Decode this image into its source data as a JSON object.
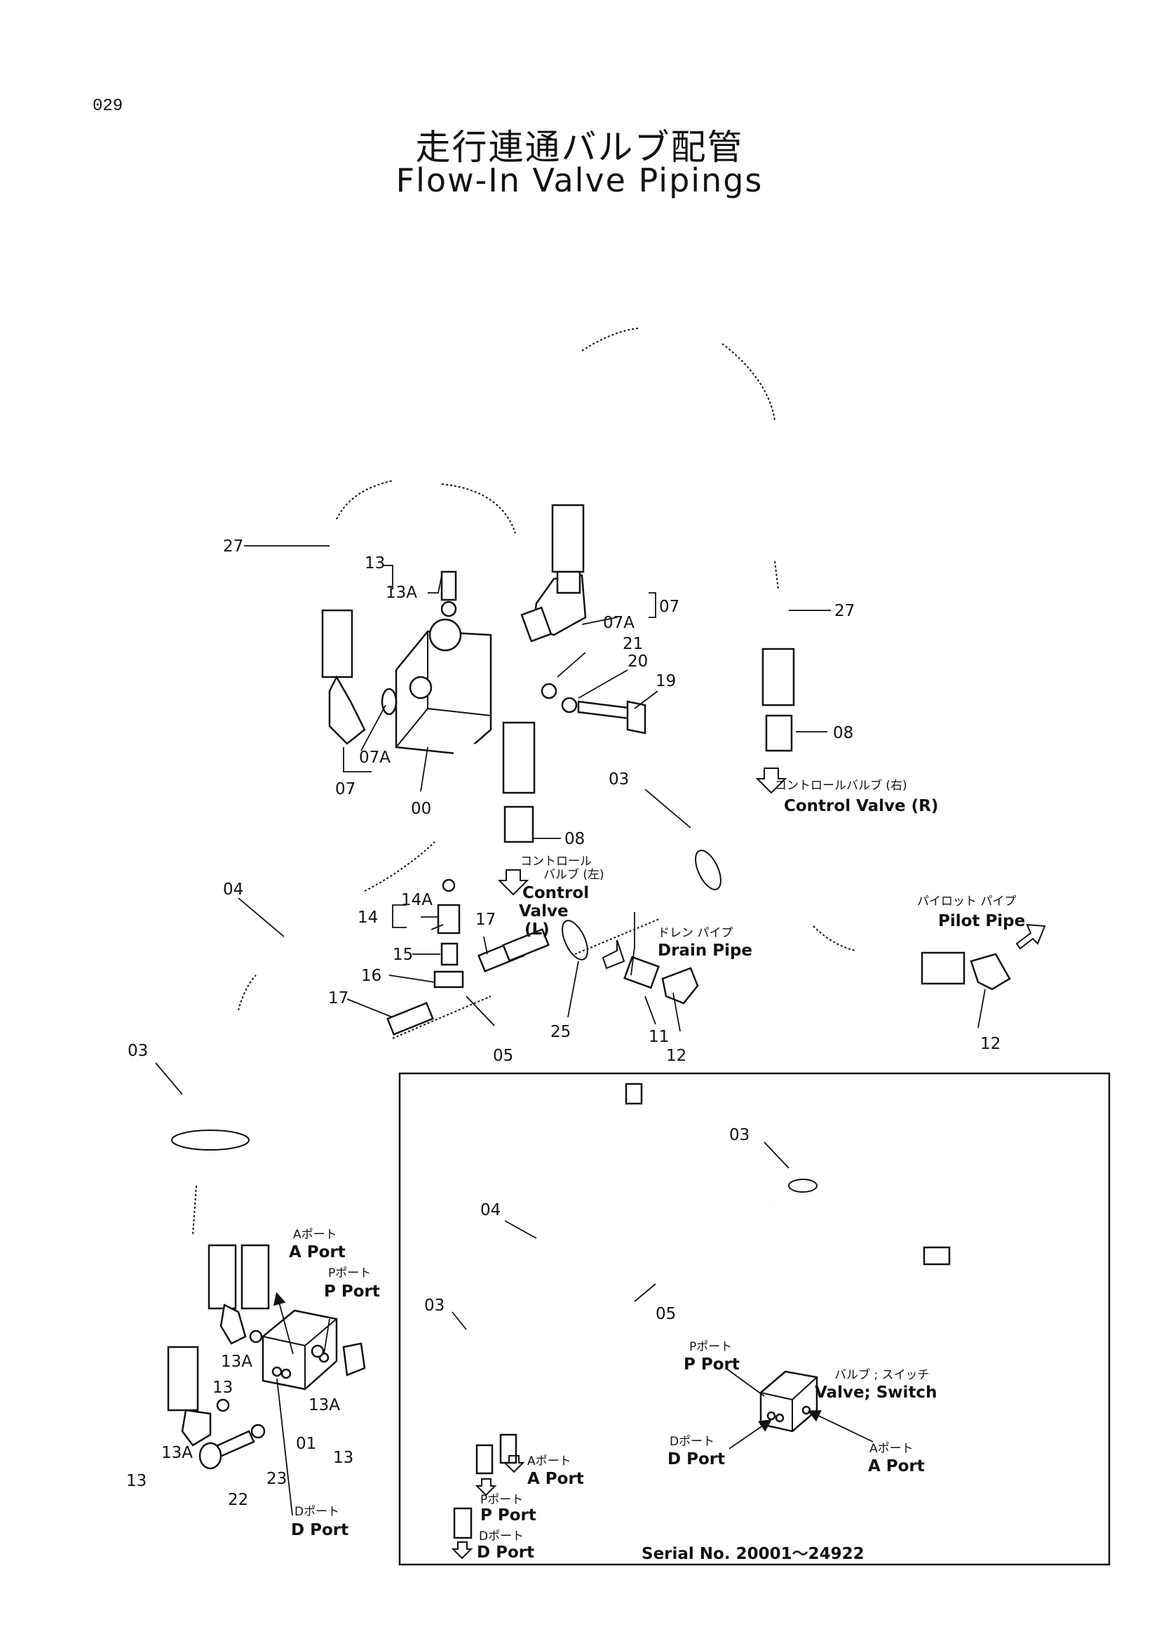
{
  "page_number": "029",
  "title_jp": "走行連通バルブ配管",
  "title_en": "Flow-In Valve Pipings",
  "callouts": {
    "c27a": "27",
    "c27b": "27",
    "c13a": "13",
    "c13Aa": "13A",
    "c07a": "07",
    "c07Aa": "07A",
    "c07b": "07",
    "c07Ab": "07A",
    "c21": "21",
    "c20": "20",
    "c19": "19",
    "c08a": "08",
    "c08b": "08",
    "c00": "00",
    "c03a": "03",
    "c03b": "03",
    "c04": "04",
    "c14": "14",
    "c14A": "14A",
    "c15": "15",
    "c16": "16",
    "c17a": "17",
    "c17b": "17",
    "c05": "05",
    "c25": "25",
    "c11": "11",
    "c12a": "12",
    "c12b": "12",
    "c13b": "13",
    "c13Ab": "13A",
    "c13c": "13",
    "c13Ac": "13A",
    "c13d": "13",
    "c13Ad": "13A",
    "c01": "01",
    "c22": "22",
    "c23": "23"
  },
  "labels": {
    "cv_right_jp": "コントロールバルブ (右)",
    "cv_right_en": "Control Valve (R)",
    "cv_left_jp1": "コントロール",
    "cv_left_jp2": "バルブ (左)",
    "cv_left_en1": "Control",
    "cv_left_en2": "Valve",
    "cv_left_en3": "(L)",
    "drain_jp": "ドレン パイプ",
    "drain_en": "Drain Pipe",
    "pilot_jp": "パイロット パイプ",
    "pilot_en": "Pilot Pipe",
    "aport_jp": "Aポート",
    "aport_en": "A Port",
    "pport_jp": "Pポート",
    "pport_en": "P Port",
    "dport_jp": "Dポート",
    "dport_en": "D Port"
  },
  "inset": {
    "c03a": "03",
    "c04": "04",
    "c03b": "03",
    "c05": "05",
    "pport_jp": "Pポート",
    "pport_en": "P Port",
    "valve_jp": "バルブ ; スイッチ",
    "valve_en": "Valve; Switch",
    "dport_jp": "Dポート",
    "dport_en": "D Port",
    "aport_jp": "Aポート",
    "aport_en": "A Port",
    "hose_aport_jp": "Aポート",
    "hose_aport_en": "A Port",
    "hose_pport_jp": "Pポート",
    "hose_pport_en": "P Port",
    "hose_dport_jp": "Dポート",
    "hose_dport_en": "D Port",
    "serial": "Serial  No. 20001～24922"
  }
}
